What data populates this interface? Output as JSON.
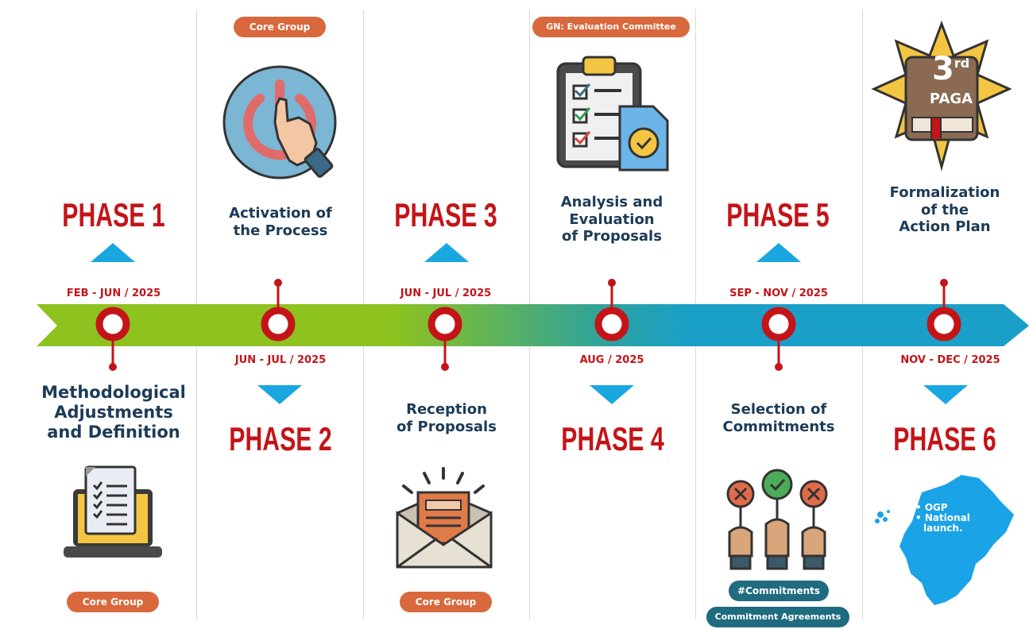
{
  "phases": [
    {
      "label": "PHASE 1",
      "date": "FEB - JUN / 2025",
      "desc": [
        "Methodological",
        "Adjustments",
        "and Definition"
      ],
      "tag": "Core Group"
    },
    {
      "label": "PHASE 2",
      "date": "JUN - JUL / 2025",
      "desc": [
        "Activation of",
        "the Process"
      ],
      "tag": "Core Group"
    },
    {
      "label": "PHASE 3",
      "date": "JUN - JUL / 2025",
      "desc": [
        "Reception",
        "of Proposals"
      ],
      "tag": "Core Group"
    },
    {
      "label": "PHASE 4",
      "date": "AUG / 2025",
      "desc": [
        "Analysis and",
        "Evaluation",
        "of Proposals"
      ],
      "tag": "GN: Evaluation Committee"
    },
    {
      "label": "PHASE 5",
      "date": "SEP - NOV / 2025",
      "desc": [
        "Selection of",
        "Commitments"
      ],
      "tags": [
        "#Commitments",
        "Commitment Agreements"
      ]
    },
    {
      "label": "PHASE 6",
      "date": "NOV - DEC / 2025",
      "desc": [
        "Formalization",
        "of the",
        "Action Plan"
      ],
      "badge": {
        "ordinal": "3",
        "suffix": "rd",
        "name": "PAGA"
      },
      "map_notes": [
        "• OGP",
        "• National",
        "launch."
      ]
    }
  ],
  "colors": {
    "phase_red": "#c41418",
    "arrow_green": "#8dc21f",
    "arrow_blue": "#1aa0c9",
    "pill_orange": "#d9683c",
    "pill_teal": "#1f6b80",
    "text_navy": "#1c3b57"
  }
}
